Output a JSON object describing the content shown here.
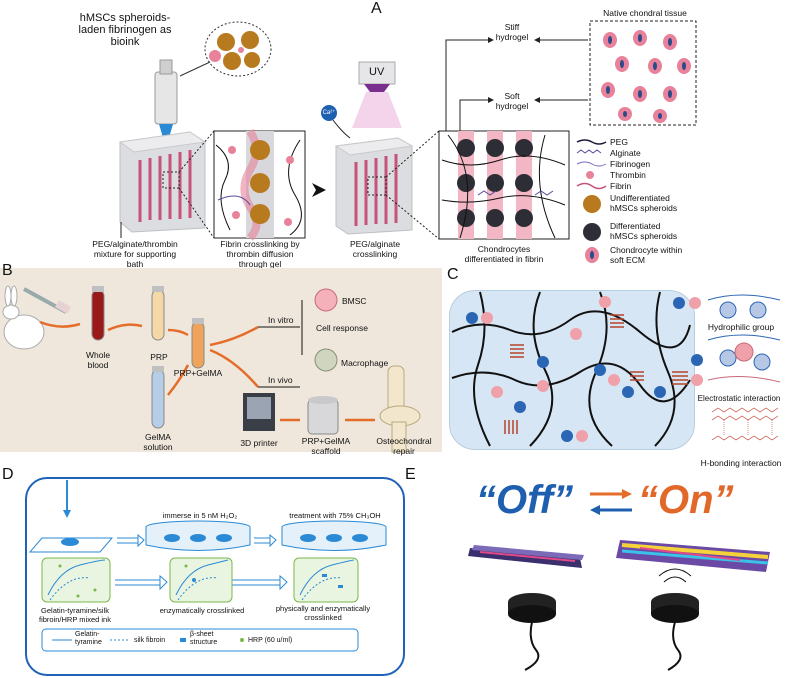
{
  "panelA": {
    "letter": "A",
    "bioink_label": "hMSCs spheroids-\nladen fibrinogen as\nbioink",
    "uv": "UV",
    "ca": "Ca²⁺",
    "stiff": "Stiff\nhydrogel",
    "soft": "Soft\nhydrogel",
    "native": "Native chondral tissue",
    "bath_caption": "PEG/alginate/thrombin\nmixture for supporting\nbath",
    "fibrin_caption": "Fibrin crosslinking by\nthrombin diffusion\nthrough gel",
    "peg_caption": "PEG/alginate\ncrosslinking",
    "chondro_caption": "Chondrocytes\ndifferentiated in fibrin",
    "legend": [
      {
        "icon": "peg-line-icon",
        "label": "PEG"
      },
      {
        "icon": "alginate-line-icon",
        "label": "Alginate"
      },
      {
        "icon": "fibrinogen-line-icon",
        "label": "Fibrinogen"
      },
      {
        "icon": "thrombin-dot-icon",
        "label": "Thrombin"
      },
      {
        "icon": "fibrin-line-icon",
        "label": "Fibrin"
      },
      {
        "icon": "undiff-spheroid-icon",
        "label": "Undifferentiated\nhMSCs spheroids"
      },
      {
        "icon": "diff-spheroid-icon",
        "label": "Differentiated\nhMSCs spheroids"
      },
      {
        "icon": "chondrocyte-icon",
        "label": "Chondrocyte within\nsoft ECM"
      }
    ]
  },
  "panelB": {
    "letter": "B",
    "whole_blood": "Whole\nblood",
    "prp": "PRP",
    "prp_gelma": "PRP+GelMA",
    "gelma": "GelMA\nsolution",
    "in_vitro": "In vitro",
    "in_vivo": "In vivo",
    "bmsc": "BMSC",
    "cell_response": "Cell response",
    "macrophage": "Macrophage",
    "printer": "3D printer",
    "scaffold": "PRP+GelMA\nscaffold",
    "repair": "Osteochondral\nrepair"
  },
  "panelC": {
    "letter": "C",
    "hydrophilic": "Hydrophilic group",
    "electrostatic": "Electrostatic interaction",
    "hbond": "H-bonding interaction"
  },
  "panelD": {
    "letter": "D",
    "immerse": "immerse in 5 nM H₂O₂",
    "treatment": "treatment with 75% CH₃OH",
    "mixed_ink": "Gelatin-tyramine/silk\nfibroin/HRP mixed ink",
    "enzymatic": "enzymatically crosslinked",
    "physical": "physically and enzymatically\ncrosslinked",
    "legend": [
      {
        "label": "Gelatin-\ntyramine"
      },
      {
        "label": "silk fibroin"
      },
      {
        "label": "β-sheet\nstructure"
      },
      {
        "label": "HRP (60 u/ml)"
      }
    ]
  },
  "panelE": {
    "letter": "E",
    "off": "“Off”",
    "on": "“On”"
  },
  "colors": {
    "pink": "#e8829b",
    "blue_text": "#1f5fb0",
    "orange_text": "#e2682a",
    "panelB_bg": "#efe7dc",
    "panelC_bg": "#d7e6f4",
    "arrow_orange": "#e46d2a"
  }
}
